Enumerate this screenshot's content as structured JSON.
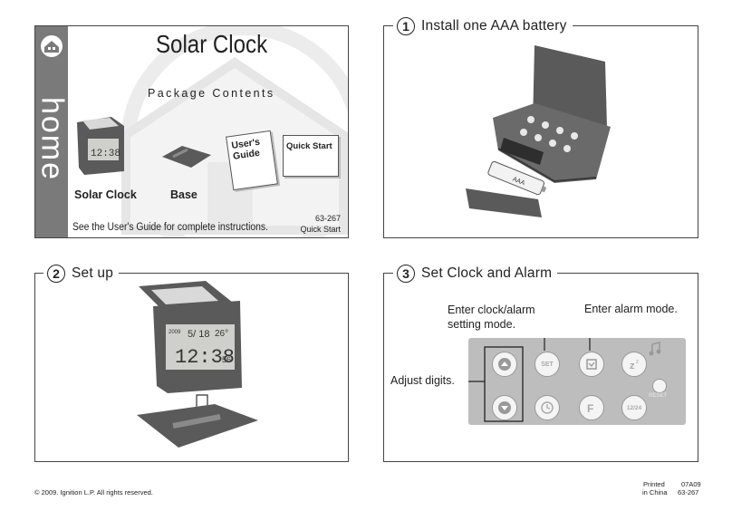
{
  "cover": {
    "sidebar_word": "home",
    "title": "Solar Clock",
    "subtitle": "Package Contents",
    "items": {
      "clock": "Solar Clock",
      "base": "Base"
    },
    "users_guide_label": "User's Guide",
    "quick_start_label": "Quick Start",
    "footer_instructions": "See the User's Guide for complete instructions.",
    "model_number": "63-267",
    "model_caption": "Quick Start"
  },
  "section1": {
    "number": "1",
    "title": "Install one AAA battery",
    "battery_label": "AAA"
  },
  "section2": {
    "number": "2",
    "title": "Set up",
    "display": {
      "year": "2009",
      "date": "5/ 18",
      "temp": "26°",
      "time": "12:38",
      "seconds": "56"
    }
  },
  "section3": {
    "number": "3",
    "title": "Set Clock and Alarm",
    "callout_set": "Enter clock/alarm setting mode.",
    "callout_alarm": "Enter alarm mode.",
    "callout_digits": "Adjust digits.",
    "buttons": {
      "set": "SET",
      "twelve": "12/24",
      "reset": "RESET"
    }
  },
  "footer": {
    "copyright": "© 2009. Ignition L.P. All rights reserved.",
    "printed": "Printed",
    "country": "in China",
    "code": "07A09",
    "model": "63-267"
  },
  "colors": {
    "sidebar": "#7a7a7a",
    "device": "#5a5a5a",
    "panel_border": "#444444"
  }
}
